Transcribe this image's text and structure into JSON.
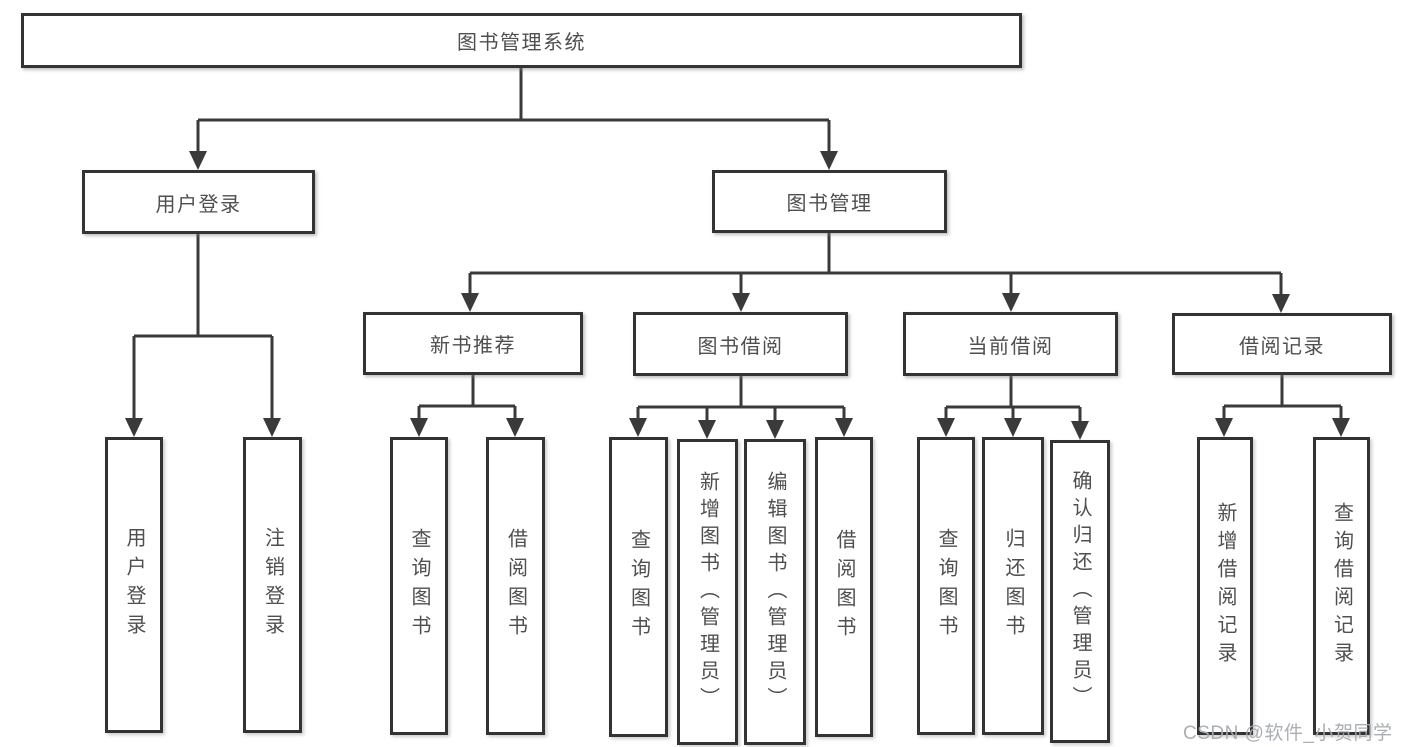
{
  "diagram": {
    "title_node": "图书管理系统",
    "nodes": {
      "root": {
        "label": "图书管理系统"
      },
      "user_login": {
        "label": "用户登录"
      },
      "book_mgmt": {
        "label": "图书管理"
      },
      "new_book_rec": {
        "label": "新书推荐"
      },
      "book_borrow": {
        "label": "图书借阅"
      },
      "current_borrow": {
        "label": "当前借阅"
      },
      "borrow_records": {
        "label": "借阅记录"
      },
      "leaf_user_login": {
        "label": "用户登录"
      },
      "leaf_logout": {
        "label": "注销登录"
      },
      "leaf_query_book_1": {
        "label": "查询图书"
      },
      "leaf_borrow_book_1": {
        "label": "借阅图书"
      },
      "leaf_query_book_2": {
        "label": "查询图书"
      },
      "leaf_add_book": {
        "label": "新增图书（管理员）"
      },
      "leaf_edit_book": {
        "label": "编辑图书（管理员）"
      },
      "leaf_borrow_book_2": {
        "label": "借阅图书"
      },
      "leaf_query_book_3": {
        "label": "查询图书"
      },
      "leaf_return_book": {
        "label": "归还图书"
      },
      "leaf_confirm_return": {
        "label": "确认归还（管理员）"
      },
      "leaf_add_record": {
        "label": "新增借阅记录"
      },
      "leaf_query_record": {
        "label": "查询借阅记录"
      }
    },
    "hierarchy": {
      "图书管理系统": {
        "用户登录": [
          "用户登录",
          "注销登录"
        ],
        "图书管理": {
          "新书推荐": [
            "查询图书",
            "借阅图书"
          ],
          "图书借阅": [
            "查询图书",
            "新增图书（管理员）",
            "编辑图书（管理员）",
            "借阅图书"
          ],
          "当前借阅": [
            "查询图书",
            "归还图书",
            "确认归还（管理员）"
          ],
          "借阅记录": [
            "新增借阅记录",
            "查询借阅记录"
          ]
        }
      }
    },
    "colors": {
      "box_border": "#333333",
      "connector": "#3a3a3a",
      "text": "#4f4f4f",
      "background": "#ffffff",
      "watermark_text_color": "#a6abb0"
    }
  },
  "watermark": {
    "text": "CSDN @软件_小贺同学"
  }
}
